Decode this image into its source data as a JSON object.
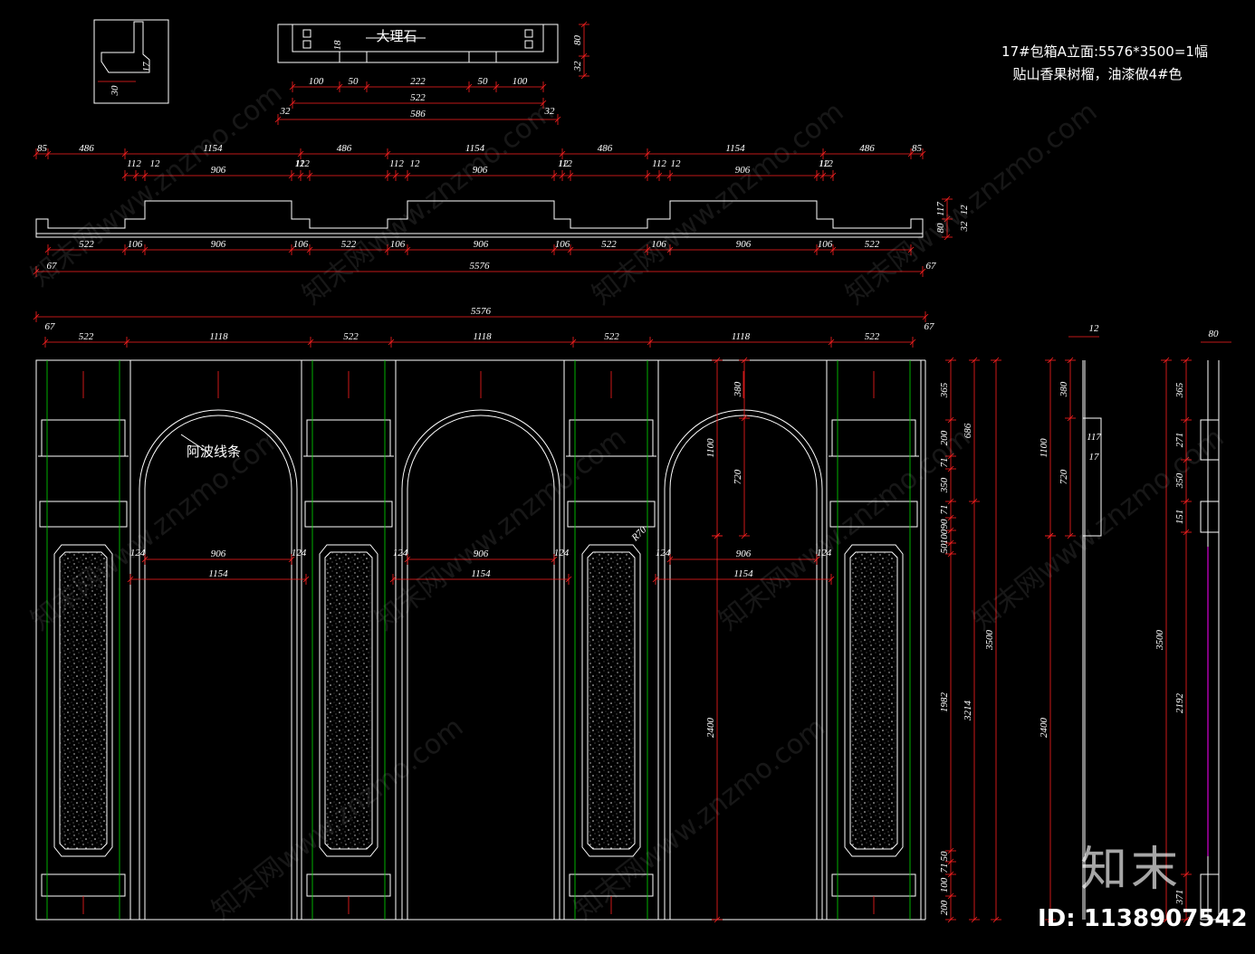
{
  "title_note": {
    "line1": "17#包箱A立面:5576*3500=1幅",
    "line2": "贴山香果树榴，油漆做4#色"
  },
  "callouts": {
    "marble": "大理石",
    "arch_trim": "阿波线条",
    "radius": "R70"
  },
  "plan_dims": {
    "top": [
      "85",
      "486",
      "1154",
      "486",
      "1154",
      "486",
      "1154",
      "486",
      "85"
    ],
    "mid": [
      "112",
      "12",
      "906",
      "12",
      "112",
      "112",
      "12",
      "906",
      "12",
      "112",
      "112",
      "12",
      "906",
      "12",
      "112"
    ],
    "bottom": [
      "522",
      "106",
      "906",
      "106",
      "522",
      "106",
      "906",
      "106",
      "522",
      "106",
      "906",
      "106",
      "522"
    ],
    "total": "5576",
    "offset": "67",
    "right": [
      "80",
      "32",
      "12"
    ],
    "detail": [
      "117",
      "17"
    ]
  },
  "section_dims": {
    "row": [
      "100",
      "50",
      "222",
      "50",
      "100"
    ],
    "inner": "522",
    "total": "586",
    "side": "32",
    "height": [
      "18",
      "80",
      "32"
    ]
  },
  "elevation_dims": {
    "total": "5576",
    "offset": "67",
    "top_row": [
      "522",
      "1118",
      "522",
      "1118",
      "522",
      "1118",
      "522"
    ],
    "arch_inner": "906",
    "arch_outer": "1154",
    "arch_side": "124",
    "vertical_left": [
      "380",
      "720",
      "1100",
      "2400"
    ],
    "vertical_right_a": [
      "365",
      "200",
      "71",
      "350",
      "71",
      "90",
      "100",
      "50",
      "1982",
      "50",
      "71",
      "100",
      "200"
    ],
    "vertical_right_b": [
      "686",
      "3214",
      "3500"
    ],
    "side_a": [
      "380",
      "1100",
      "720",
      "2400",
      "117",
      "17",
      "12"
    ],
    "side_b": [
      "365",
      "271",
      "350",
      "151",
      "3500",
      "2192",
      "371",
      "80"
    ]
  },
  "corner_detail": {
    "dims": [
      "30",
      "17"
    ]
  },
  "watermark": {
    "site": "知末网www.znzmo.com",
    "logo": "知末",
    "id": "ID: 1138907542"
  },
  "colors": {
    "background": "#000000",
    "line": "#ffffff",
    "dimension": "#ff0000",
    "center": "#00ff00",
    "accent": "#ff00ff",
    "text": "#ffffff"
  }
}
